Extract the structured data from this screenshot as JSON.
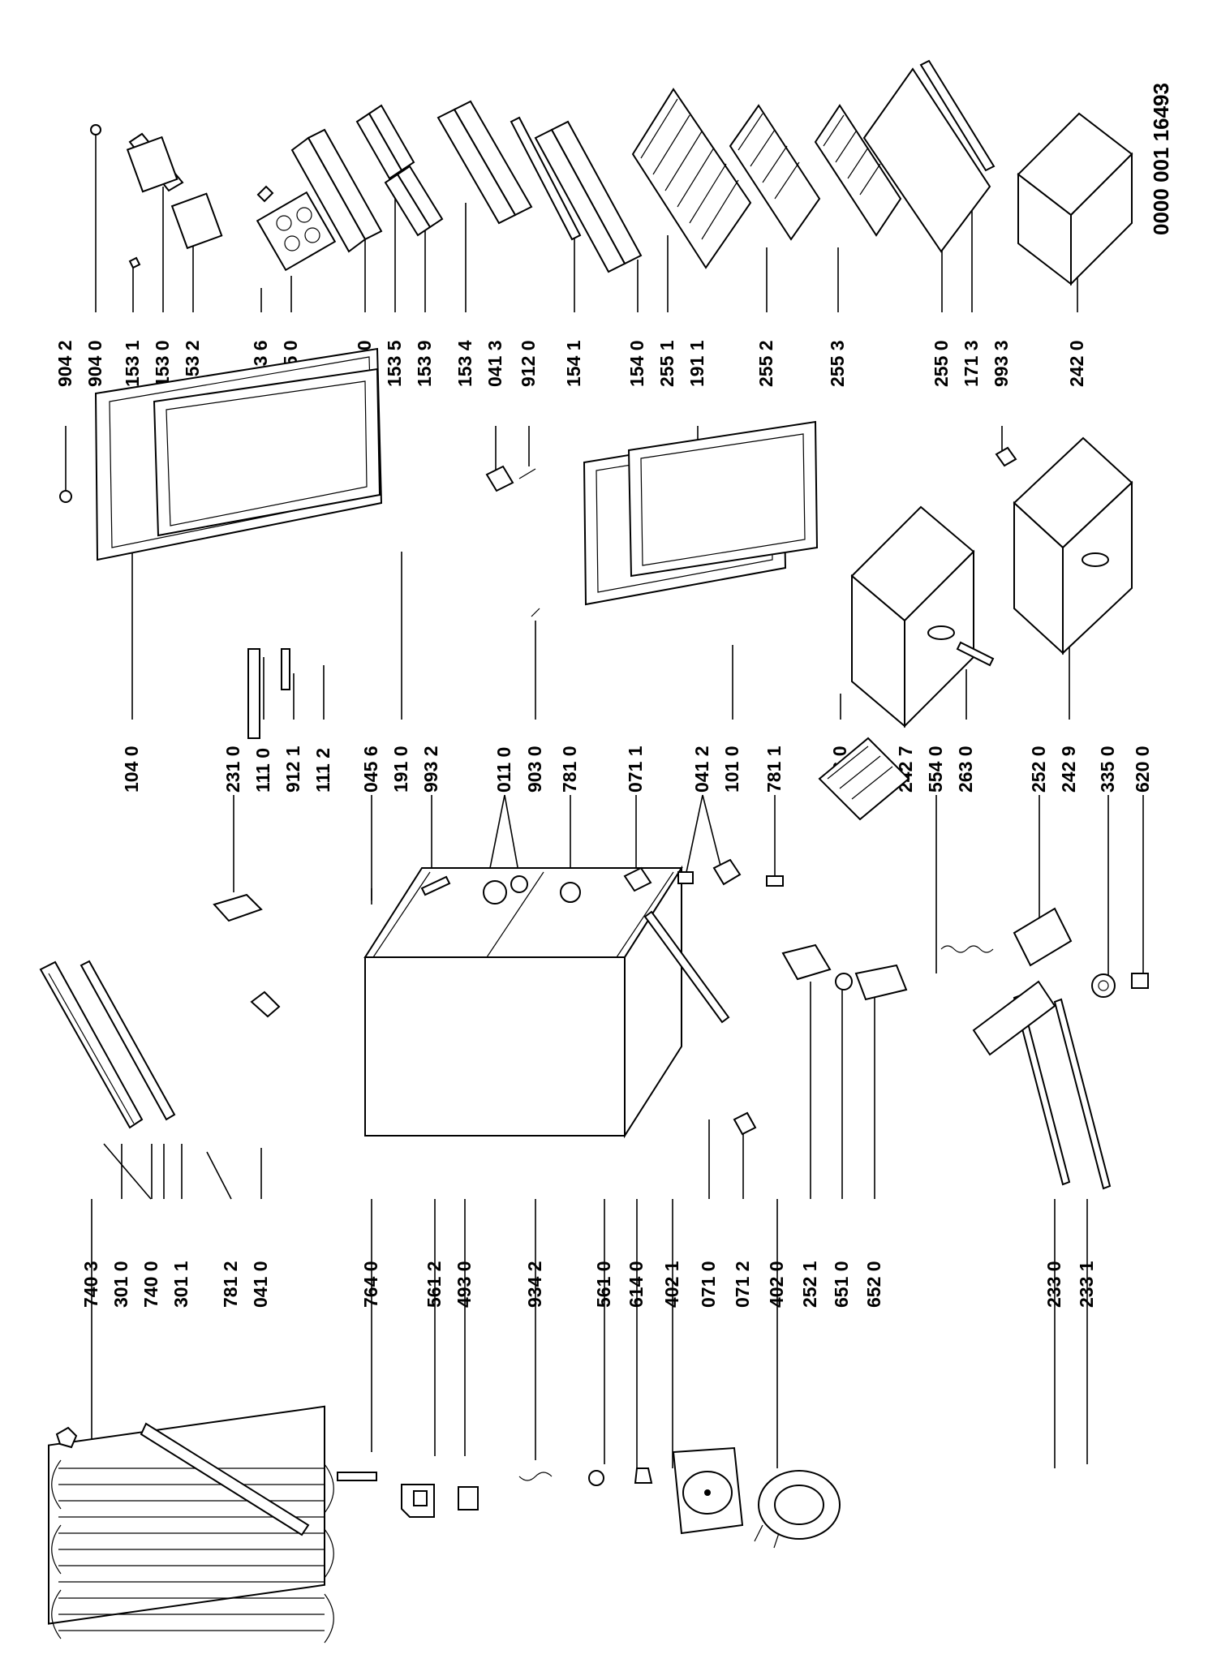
{
  "document_number": "0000 001 16493",
  "columns": {
    "col1": [
      "740 3",
      "301 0",
      "740 0",
      "301 1",
      "781 2",
      "041 0",
      "764 0",
      "561 2",
      "493 0",
      "934 2",
      "561 0",
      "614 0",
      "402 1",
      "071 0",
      "071 2",
      "402 0",
      "252 1",
      "651 0",
      "652 0",
      "233 0",
      "233 1"
    ],
    "col2": [
      "104 0",
      "231 0",
      "111 0",
      "912 1",
      "111 2",
      "045 6",
      "191 0",
      "993 2",
      "011 0",
      "903 0",
      "781 0",
      "071 1",
      "041 2",
      "101 0",
      "781 1",
      "156 0",
      "242 7",
      "554 0",
      "263 0",
      "252 0",
      "242 9",
      "335 0",
      "620 0"
    ],
    "col3": [
      "904 2",
      "904 0",
      "153 1",
      "153 0",
      "153 2",
      "153 6",
      "155 0",
      "152 0",
      "153 5",
      "153 9",
      "153 4",
      "041 3",
      "912 0",
      "154 1",
      "154 0",
      "255 1",
      "191 1",
      "255 2",
      "255 3",
      "255 0",
      "171 3",
      "993 3",
      "242 0"
    ]
  }
}
